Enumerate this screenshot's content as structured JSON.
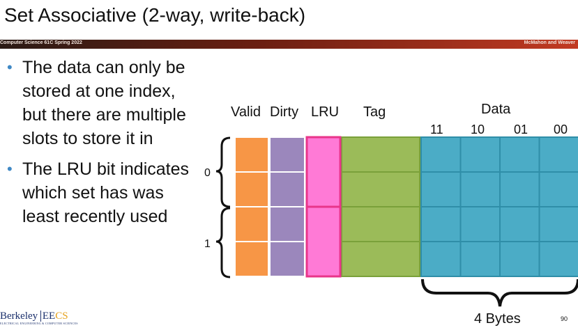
{
  "slide": {
    "title": "Set Associative (2-way, write-back)",
    "course": "Computer Science 61C Spring 2022",
    "authors": "McMahon and Weaver",
    "page_number": "90"
  },
  "bullets": [
    "The data can only be stored at one index, but there are multiple slots to store it in",
    "The LRU bit indicates which set has was least recently used"
  ],
  "diagram": {
    "column_labels": {
      "valid": "Valid",
      "dirty": "Dirty",
      "lru": "LRU",
      "tag": "Tag",
      "data": "Data"
    },
    "byte_offsets": [
      "11",
      "10",
      "01",
      "00"
    ],
    "set_labels": [
      "0",
      "1"
    ],
    "bytes_label": "4 Bytes",
    "colors": {
      "valid": "#f79646",
      "dirty": "#9b87bc",
      "lru": "#ff7ad6",
      "lru_border": "#e8358a",
      "tag": "#9bbb59",
      "tag_border": "#7aa03a",
      "data": "#4bacc6",
      "data_border": "#2f8ea8"
    }
  },
  "footer": {
    "logo_left": "Berkeley",
    "logo_ee": "EE",
    "logo_cs": "CS",
    "logo_sub": "ELECTRICAL ENGINEERING & COMPUTER SCIENCES"
  }
}
